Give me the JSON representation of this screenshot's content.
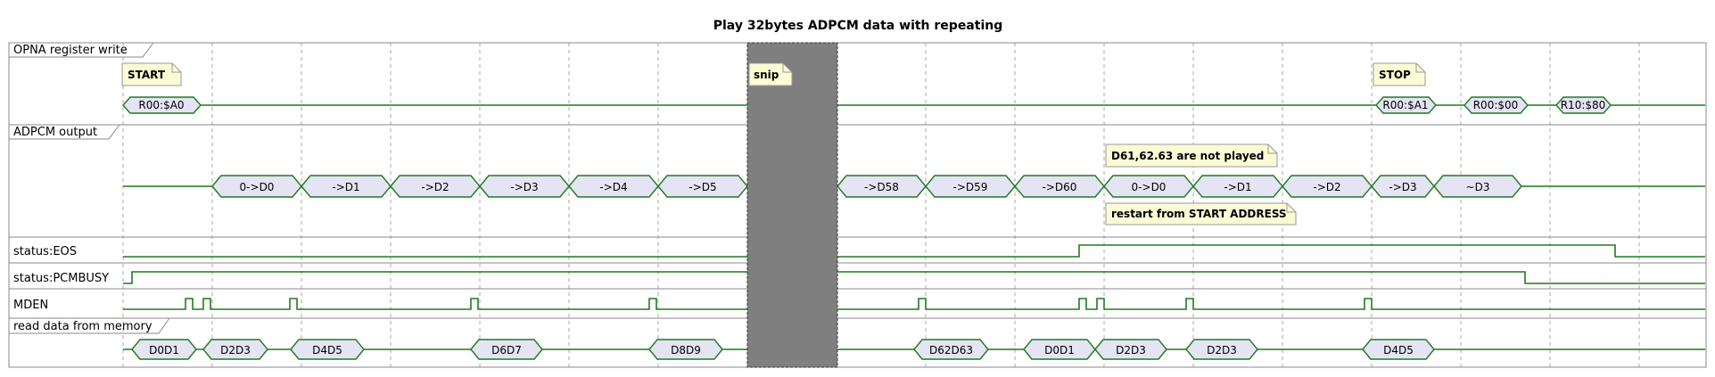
{
  "title": "Play 32bytes ADPCM data with repeating",
  "rows": [
    {
      "label": "OPNA register write"
    },
    {
      "label": "ADPCM output"
    },
    {
      "label": "status:EOS"
    },
    {
      "label": "status:PCMBUSY"
    },
    {
      "label": "MDEN"
    },
    {
      "label": "read data from memory"
    }
  ],
  "colors": {
    "wave": "#1f7a1f",
    "box_fill": "#e4e4f4",
    "note_fill": "#fbfbd6",
    "snip_fill": "#7f7f7f",
    "frame": "#888888",
    "grid": "#aaaaaa"
  },
  "notes": {
    "start": "START",
    "snip": "snip",
    "stop": "STOP",
    "not_played": "D61,62.63 are not played",
    "restart": "restart from START ADDRESS"
  },
  "register_writes": [
    "R00:$A0",
    "R00:$A1",
    "R00:$00",
    "R10:$80"
  ],
  "adpcm_output": [
    "0->D0",
    "->D1",
    "->D2",
    "->D3",
    "->D4",
    "->D5",
    "->D58",
    "->D59",
    "->D60",
    "0->D0",
    "->D1",
    "->D2",
    "->D3",
    "~D3"
  ],
  "memory_reads": [
    "D0D1",
    "D2D3",
    "D4D5",
    "D6D7",
    "D8D9",
    "D62D63",
    "D0D1",
    "D2D3",
    "D2D3",
    "D4D5"
  ]
}
